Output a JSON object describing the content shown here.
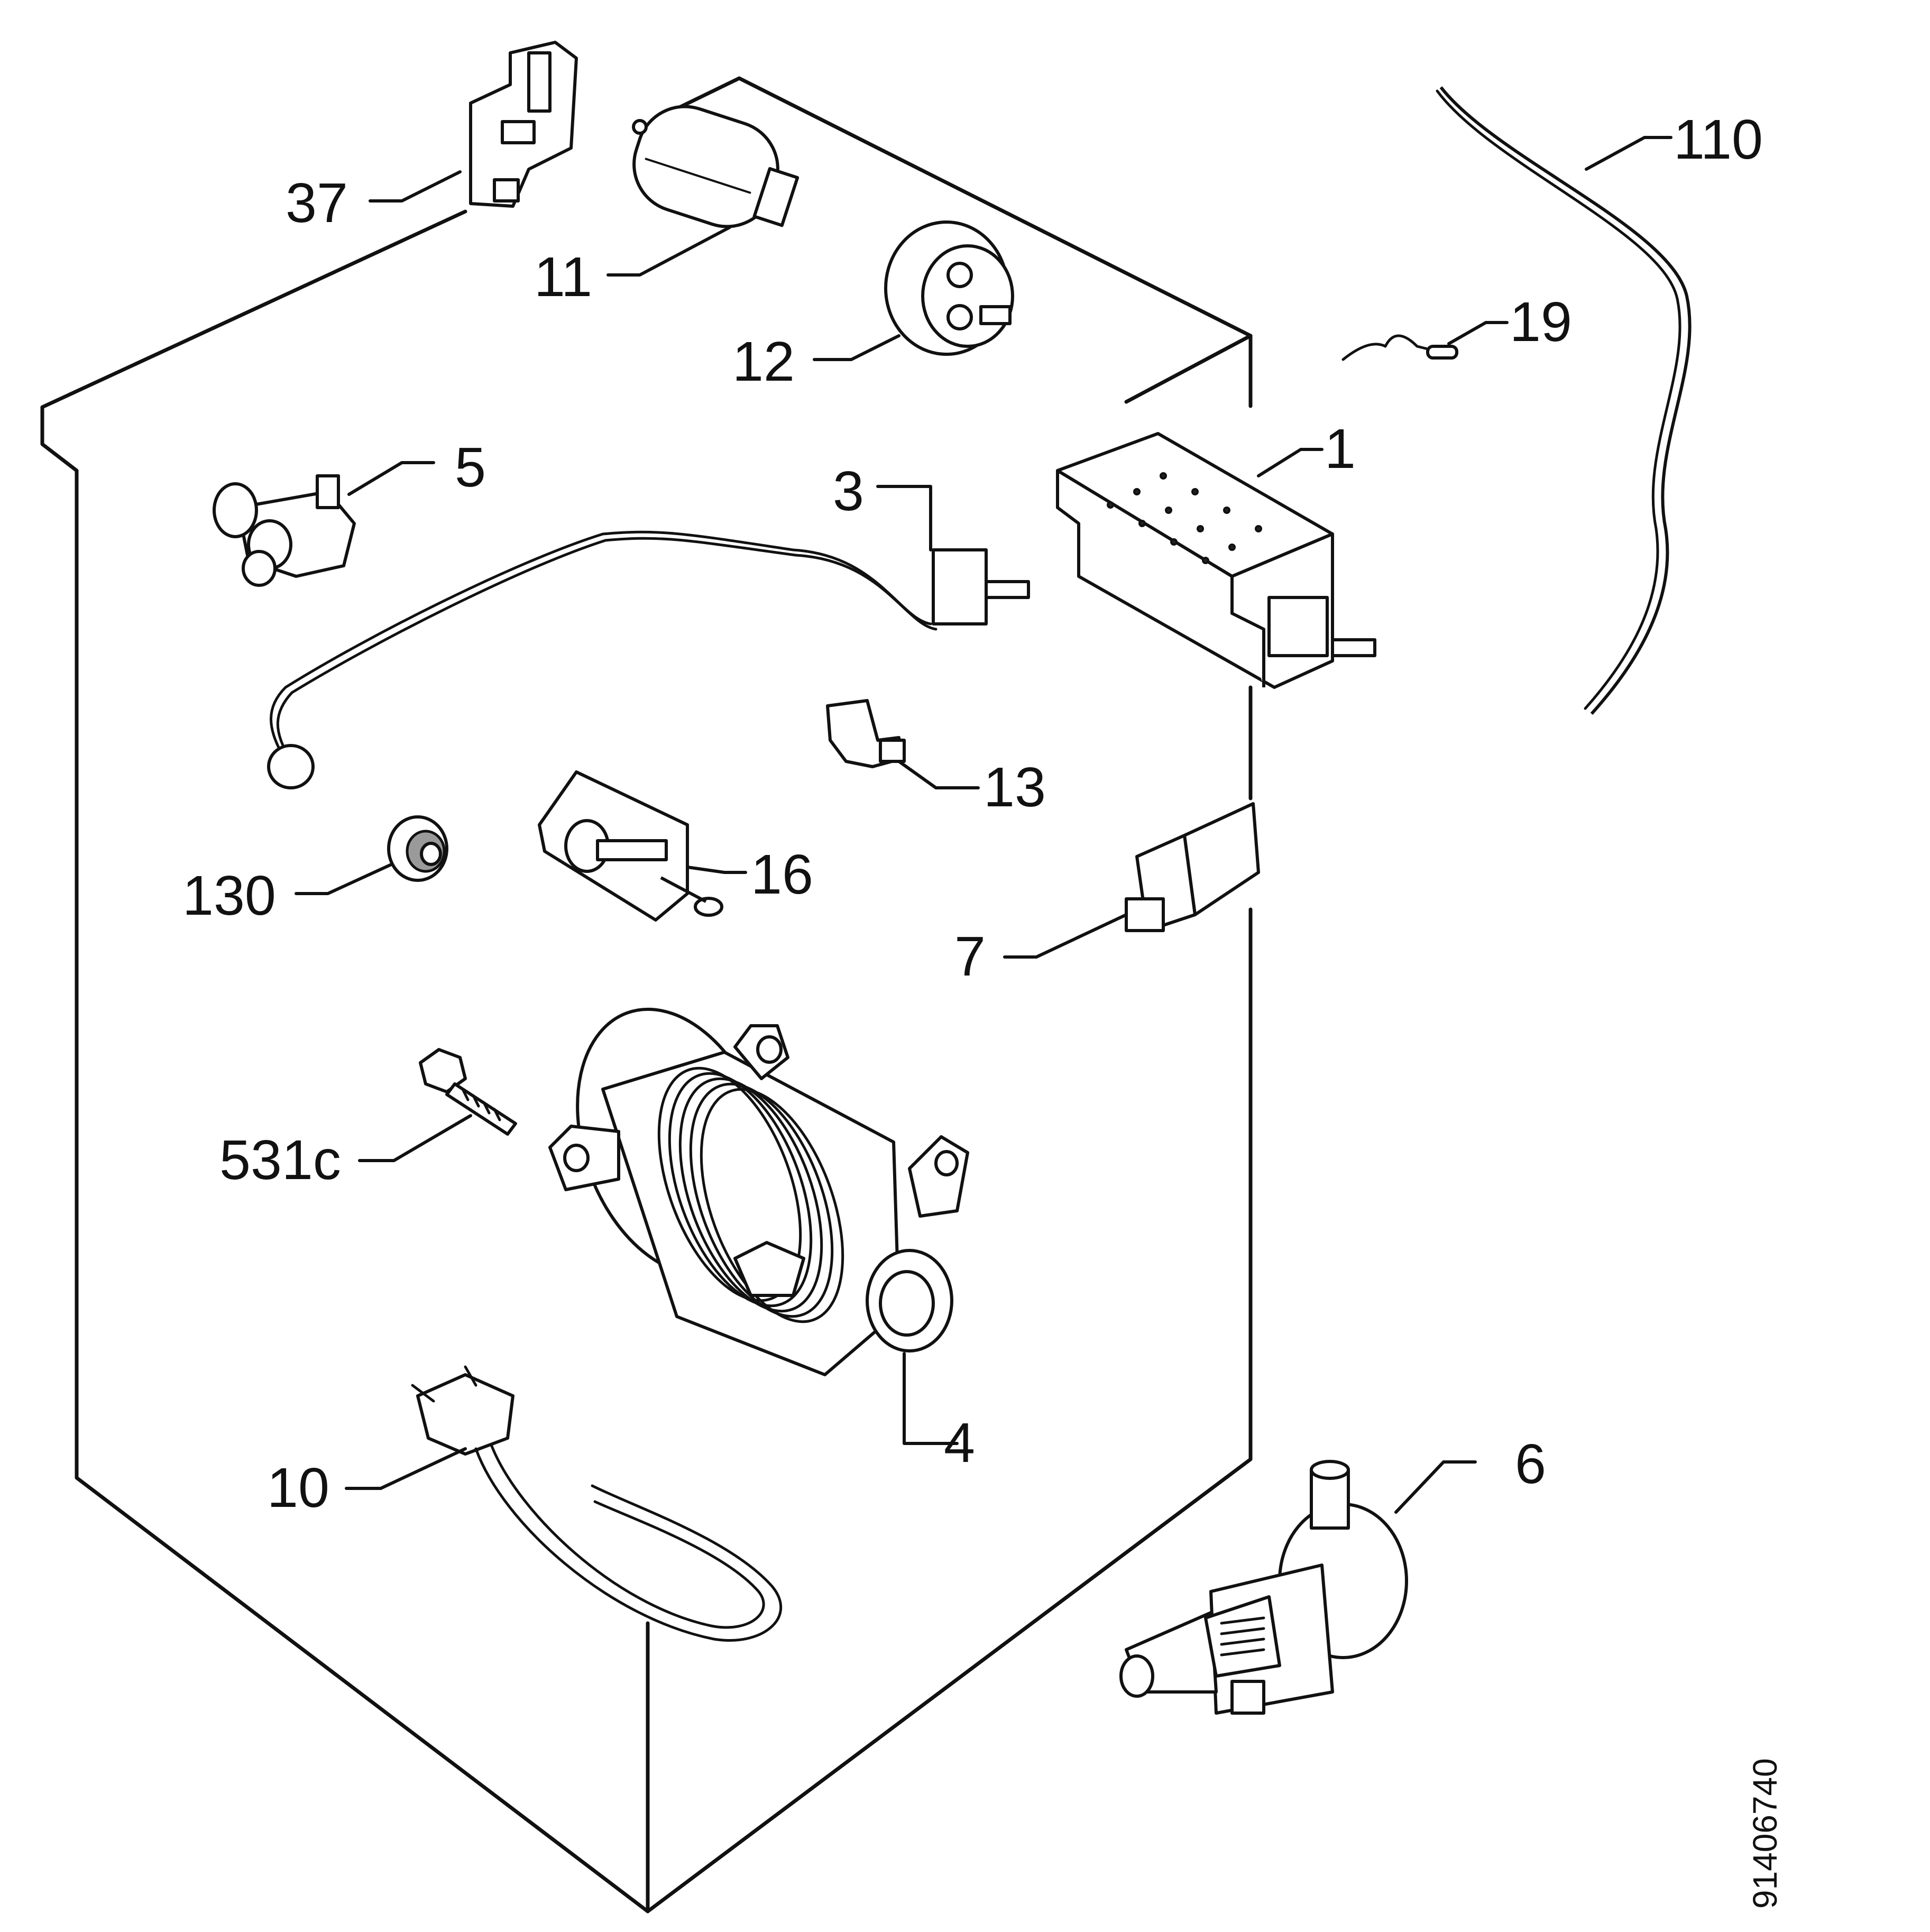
{
  "labels": {
    "p37": "37",
    "p11": "11",
    "p12": "12",
    "p110": "110",
    "p19": "19",
    "p1": "1",
    "p5": "5",
    "p3": "3",
    "p13": "13",
    "p130": "130",
    "p16": "16",
    "p7": "7",
    "p531c": "531c",
    "p4": "4",
    "p10": "10",
    "p6": "6"
  },
  "drawing_code": "91406740"
}
